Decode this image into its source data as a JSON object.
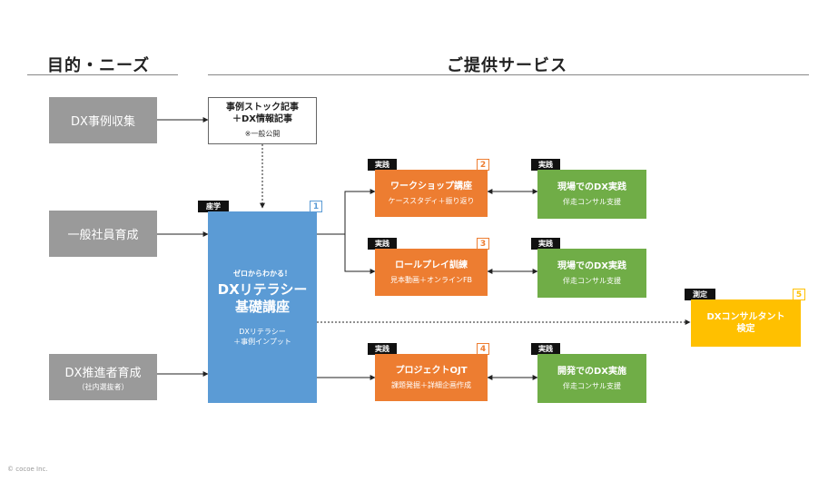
{
  "headings": {
    "left": "目的・ニーズ",
    "right": "ご提供サービス"
  },
  "needs": [
    {
      "label": "DX事例収集",
      "sub": ""
    },
    {
      "label": "一般社員育成",
      "sub": ""
    },
    {
      "label": "DX推進者育成",
      "sub": "（社内選抜者）"
    }
  ],
  "stock": {
    "line1": "事例ストック記事",
    "line2": "＋DX情報記事",
    "note": "※一般公開"
  },
  "core": {
    "tag": "座学",
    "number": "1",
    "catch": "ゼロからわかる！",
    "title1": "DXリテラシー",
    "title2": "基礎講座",
    "desc1": "DXリテラシー",
    "desc2": "＋事例インプット"
  },
  "programs": [
    {
      "tag": "実践",
      "number": "2",
      "title": "ワークショップ講座",
      "sub": "ケーススタディ＋振り返り"
    },
    {
      "tag": "実践",
      "number": "3",
      "title": "ロールプレイ訓練",
      "sub": "見本動画＋オンラインFB"
    },
    {
      "tag": "実践",
      "number": "4",
      "title": "プロジェクトOJT",
      "sub": "課題発掘＋詳細企画作成"
    }
  ],
  "practice": [
    {
      "tag": "実践",
      "title": "現場でのDX実践",
      "sub": "伴走コンサル支援"
    },
    {
      "tag": "実践",
      "title": "現場でのDX実践",
      "sub": "伴走コンサル支援"
    },
    {
      "tag": "実践",
      "title": "開発でのDX実施",
      "sub": "伴走コンサル支援"
    }
  ],
  "consult": {
    "tag": "測定",
    "number": "5",
    "line1": "DXコンサルタント",
    "line2": "検定"
  },
  "footer": "© cocoe Inc.",
  "colors": {
    "grey": "#9a9a9a",
    "blue": "#5b9bd5",
    "orange": "#ed7d31",
    "green": "#70ad47",
    "yellow": "#ffc000"
  }
}
